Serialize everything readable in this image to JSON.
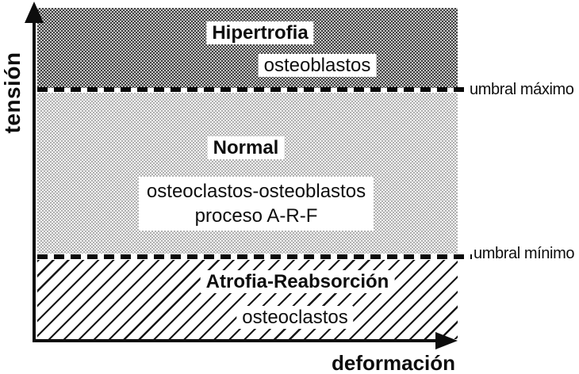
{
  "figure": {
    "axes": {
      "y_label": "tensión",
      "x_label": "deformación"
    },
    "zones": {
      "hipertrofia": {
        "title": "Hipertrofia",
        "cells": "osteoblastos",
        "pattern": "dark-halftone"
      },
      "normal": {
        "title": "Normal",
        "cells": "osteoclastos-osteoblastos",
        "process": "proceso A-R-F",
        "pattern": "light-halftone"
      },
      "atrofia": {
        "title": "Atrofia-Reabsorción",
        "cells": "osteoclastos",
        "pattern": "diagonal-hatch"
      }
    },
    "thresholds": {
      "max": "umbral máximo",
      "min": "umbral mínimo"
    },
    "colors": {
      "axis": "#0d0d0d",
      "dash": "#0a0a0a",
      "halftone_dark_dot": "#3f3f3f",
      "halftone_dark_bg": "#c6c6c6",
      "halftone_light_dot": "#b0b0b0",
      "halftone_light_bg": "#f3f3f3",
      "hatch_line": "#161616",
      "label_bg": "#ffffff"
    }
  }
}
